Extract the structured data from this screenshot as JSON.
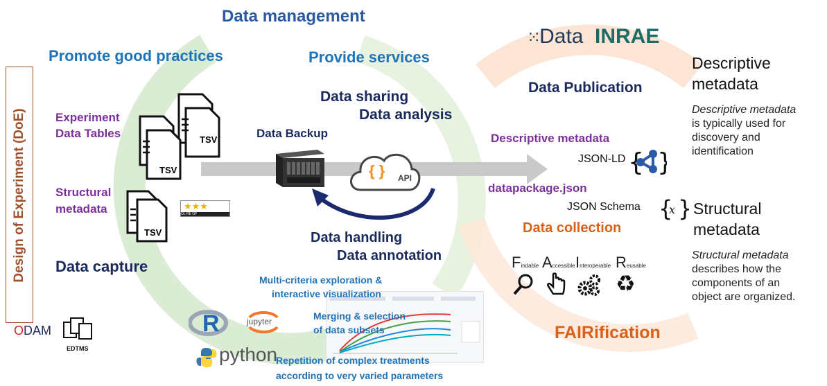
{
  "headings": {
    "data_management": "Data management",
    "promote": "Promote good practices",
    "provide": "Provide services",
    "doe": "Design  of Experiment (DoE)"
  },
  "left": {
    "experiment": "Experiment",
    "data_tables": "Data Tables",
    "structural": "Structural",
    "metadata": "metadata",
    "data_capture": "Data capture",
    "tsv": "TSV",
    "odam_o": "O",
    "odam_dam": "DAM",
    "edtms": "EDTMS",
    "stars": "★★★",
    "stars_legend": "OL RE OF"
  },
  "center": {
    "data_sharing": "Data sharing",
    "data_analysis": "Data analysis",
    "data_backup": "Data Backup",
    "api": "API",
    "api_braces": "{ }",
    "data_handling": "Data handling",
    "data_annotation": "Data annotation",
    "multi1": "Multi-criteria exploration &",
    "multi2": "interactive visualization",
    "merge1": "Merging &  selection",
    "merge2": "of data subsets",
    "rep1": "Repetition of complex treatments",
    "rep2": "according to very varied parameters",
    "r_logo": "R",
    "jupyter": "jupyter",
    "python": "python"
  },
  "right": {
    "data_logo": "Data",
    "inrae": "INRAE",
    "data_publication": "Data Publication",
    "desc_meta_label": "Descriptive metadata",
    "jsonld": "JSON-LD",
    "datapackage": "datapackage.json",
    "json_schema": "JSON Schema",
    "data_collection": "Data collection",
    "fairification": "FAIRification",
    "fair": [
      {
        "big": "F",
        "small": "indable"
      },
      {
        "big": "A",
        "small": "ccessible"
      },
      {
        "big": "I",
        "small": "nteroperable"
      },
      {
        "big": "R",
        "small": "eusable"
      }
    ]
  },
  "side": {
    "desc_title1": "Descriptive",
    "desc_title2": "metadata",
    "desc_em": "Descriptive metadata",
    "desc_l1": "is typically used for",
    "desc_l2": "discovery and",
    "desc_l3": "identification",
    "struct_title1": "Structural",
    "struct_title2": "metadata",
    "struct_em": "Structural metadata",
    "struct_l1": "describes how the",
    "struct_l2": "components of an",
    "struct_l3": "object are organized."
  },
  "colors": {
    "blue": "#1f73b7",
    "dark_blue": "#1a2a5c",
    "purple": "#7a2f9a",
    "orange": "#d9621b",
    "doe_brown": "#a0522d"
  }
}
